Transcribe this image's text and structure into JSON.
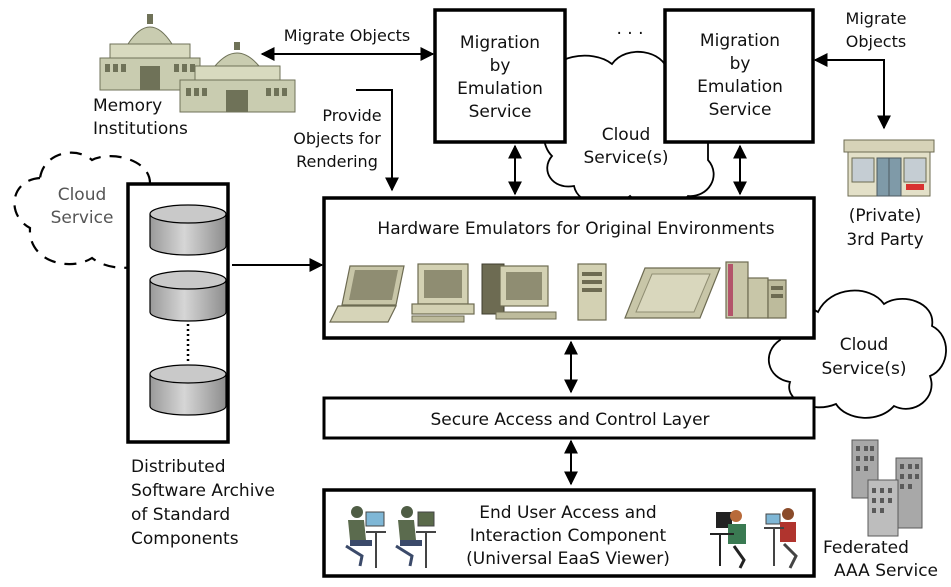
{
  "labels": {
    "memory_institutions": [
      "Memory",
      "Institutions"
    ],
    "migrate_objects_left": "Migrate Objects",
    "migrate_objects_right": [
      "Migrate",
      "Objects"
    ],
    "provide_objects": [
      "Provide",
      "Objects for",
      "Rendering"
    ],
    "migration_service_1": [
      "Migration",
      "by",
      "Emulation",
      "Service"
    ],
    "migration_service_2": [
      "Migration",
      "by",
      "Emulation",
      "Service"
    ],
    "ellipsis": ". . .",
    "cloud_services_top": [
      "Cloud",
      "Service(s)"
    ],
    "cloud_service_left": [
      "Cloud",
      "Service"
    ],
    "cloud_services_right": [
      "Cloud",
      "Service(s)"
    ],
    "third_party": [
      "(Private)",
      "3rd Party"
    ],
    "hardware_emulators": "Hardware Emulators for Original Environments",
    "secure_access": "Secure Access and Control Layer",
    "end_user": [
      "End User Access and",
      "Interaction Component",
      "(Universal EaaS Viewer)"
    ],
    "archive": [
      "Distributed",
      "Software Archive",
      "of Standard",
      "Components"
    ],
    "federated": [
      "Federated",
      "AAA Service"
    ]
  },
  "icons": [
    "museum-building-icon",
    "shop-building-icon",
    "laptop-icon",
    "desktop-computer-icon",
    "workstation-icon",
    "tower-server-icon",
    "tablet-device-icon",
    "mainframe-icon",
    "database-cylinder-icon",
    "user-at-computer-icon",
    "office-buildings-icon"
  ],
  "colors": {
    "stroke": "#000000",
    "building": "#c9ccb0",
    "building_dark": "#6f7258",
    "device": "#c8c6a8",
    "device_dark": "#6d6b52",
    "cylinder": "#bdbdbd",
    "shop_accent": "#d8312f",
    "office": "#a8a8a8"
  }
}
